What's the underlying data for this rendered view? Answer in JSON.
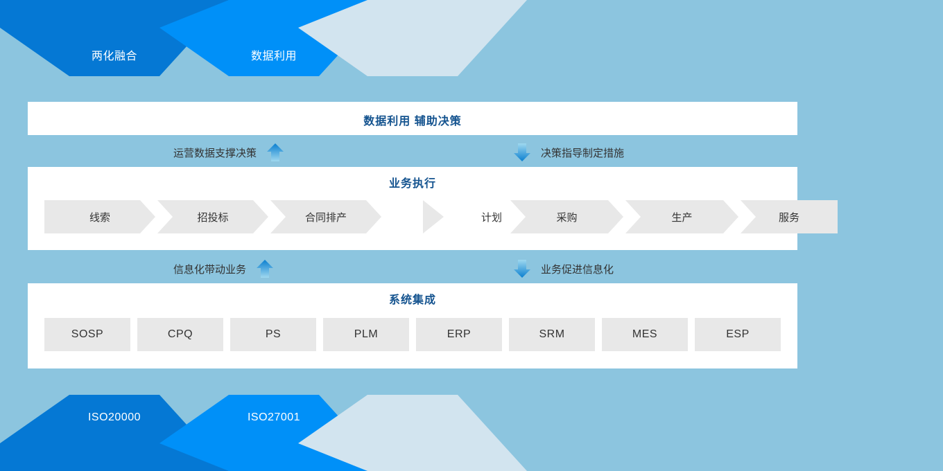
{
  "colors": {
    "background": "#8cc5df",
    "chevron_dark_blue": "#0578d4",
    "chevron_bright_blue": "#0090f8",
    "chevron_pale_blue": "#d2e4ef",
    "panel_background": "#ffffff",
    "title_text": "#14538f",
    "tile_background": "#e8e8e8",
    "body_text": "#333333"
  },
  "banner_top": {
    "items": [
      {
        "label": "两化融合",
        "tone": "dark"
      },
      {
        "label": "数据利用",
        "tone": "bright"
      },
      {
        "label": "",
        "tone": "pale"
      }
    ]
  },
  "banner_bottom": {
    "items": [
      {
        "label": "ISO20000",
        "tone": "dark"
      },
      {
        "label": "ISO27001",
        "tone": "bright"
      },
      {
        "label": "",
        "tone": "pale"
      }
    ]
  },
  "panels": {
    "decision": {
      "title": "数据利用 辅助决策"
    },
    "business": {
      "title": "业务执行",
      "steps_left": [
        "线索",
        "招投标",
        "合同排产"
      ],
      "step_middle": "计划",
      "steps_right": [
        "采购",
        "生产",
        "服务"
      ]
    },
    "integration": {
      "title": "系统集成",
      "systems": [
        "SOSP",
        "CPQ",
        "PS",
        "PLM",
        "ERP",
        "SRM",
        "MES",
        "ESP"
      ]
    }
  },
  "connectors": {
    "row1": {
      "left": {
        "text": "运营数据支撑决策",
        "direction": "up",
        "icon": "arrow-up-icon"
      },
      "right": {
        "text": "决策指导制定措施",
        "direction": "down",
        "icon": "arrow-down-icon"
      }
    },
    "row2": {
      "left": {
        "text": "信息化带动业务",
        "direction": "up",
        "icon": "arrow-up-icon"
      },
      "right": {
        "text": "业务促进信息化",
        "direction": "down",
        "icon": "arrow-down-icon"
      }
    }
  }
}
